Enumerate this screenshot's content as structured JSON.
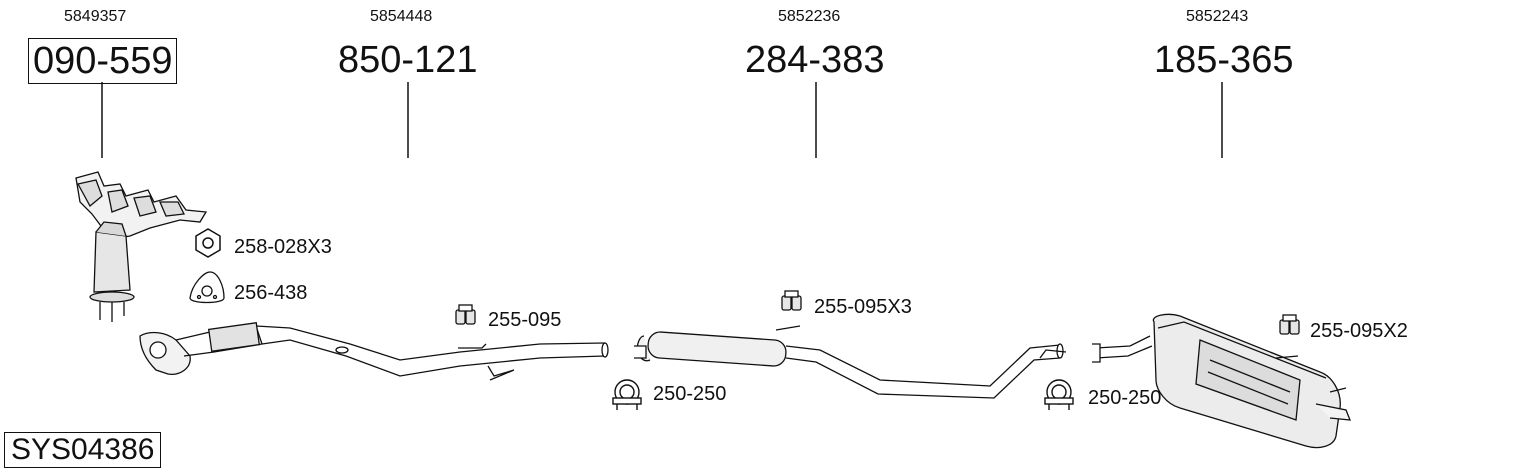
{
  "oe_numbers": [
    "5849357",
    "5854448",
    "5852236",
    "5852243"
  ],
  "part_numbers": [
    "090-559",
    "850-121",
    "284-383",
    "185-365"
  ],
  "accessories": {
    "nut": "258-028X3",
    "gasket": "256-438",
    "hanger_1": "255-095",
    "hanger_2": "255-095X3",
    "hanger_3": "255-095X2",
    "clamp_1": "250-250",
    "clamp_2": "250-250"
  },
  "system_code": "SYS04386"
}
